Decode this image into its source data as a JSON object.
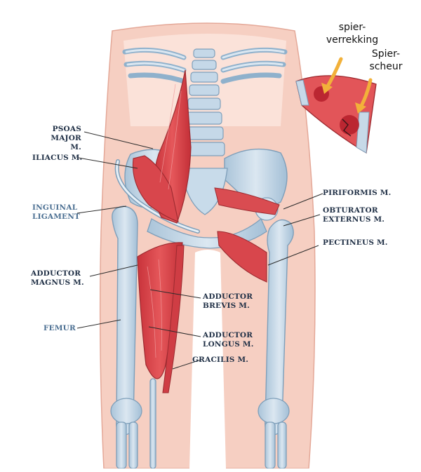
{
  "labels": {
    "psoas": [
      "PSOAS",
      "MAJOR M."
    ],
    "iliacus": "ILIACUS M.",
    "inguinal": [
      "INGUINAL",
      "LIGAMENT"
    ],
    "adductor_magnus": [
      "ADDUCTOR",
      "MAGNUS M."
    ],
    "femur": "FEMUR",
    "adductor_brevis": [
      "ADDUCTOR",
      "BREVIS M."
    ],
    "adductor_longus": [
      "ADDUCTOR",
      "LONGUS M."
    ],
    "gracilis": "GRACILIS M.",
    "piriformis": "PIRIFORMIS M.",
    "obturator": [
      "OBTURATOR",
      "EXTERNUS M."
    ],
    "pectineus": "PECTINEUS M."
  },
  "inset": {
    "strain": [
      "spier-",
      "verrekking"
    ],
    "tear": [
      "Spier-",
      "scheur"
    ]
  },
  "colors": {
    "muscle": "#d8464c",
    "bone": "#c5d8e8",
    "skin": "#f6cfc2",
    "arrow": "#f2b13a",
    "label_dark": "#1f2f45",
    "label_blue": "#4b6f92"
  }
}
